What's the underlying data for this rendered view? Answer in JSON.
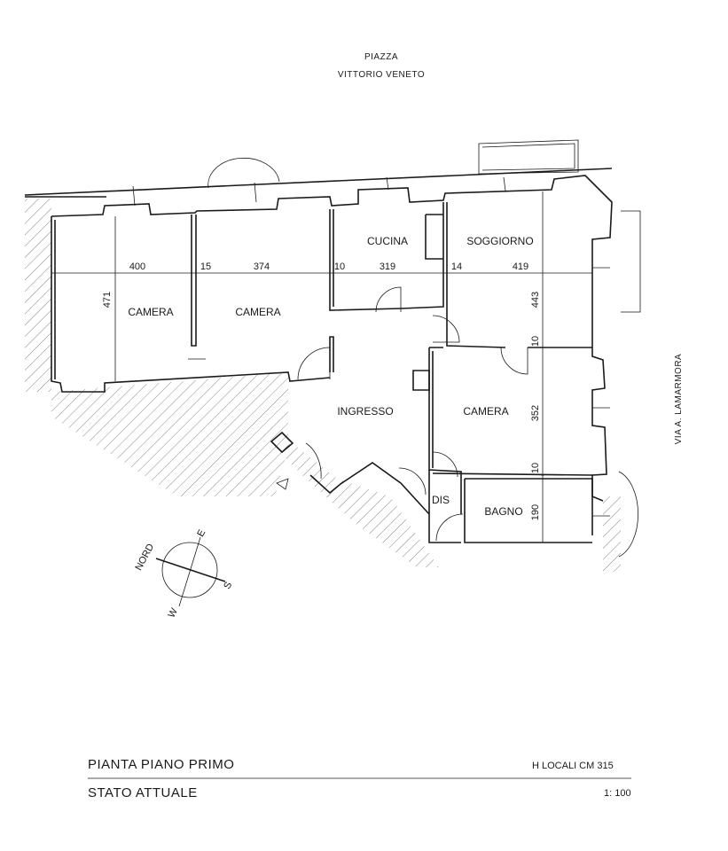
{
  "street_top": {
    "line1": "PIAZZA",
    "line2": "VITTORIO  VENETO"
  },
  "street_right": "VIA  A.  LAMARMORA",
  "rooms": {
    "camera_1": "CAMERA",
    "camera_2": "CAMERA",
    "cucina": "CUCINA",
    "soggiorno": "SOGGIORNO",
    "ingresso": "INGRESSO",
    "camera_3": "CAMERA",
    "dis": "DIS",
    "bagno": "BAGNO"
  },
  "dimensions": {
    "horizontal": [
      "400",
      "15",
      "374",
      "10",
      "319",
      "14",
      "419"
    ],
    "vertical_left": "471",
    "vertical_right": [
      "443",
      "10",
      "352",
      "10",
      "190"
    ]
  },
  "compass": {
    "nord": "NORD",
    "e": "E",
    "s": "S",
    "w": "W"
  },
  "footer": {
    "title": "PIANTA  PIANO  PRIMO",
    "subtitle": "STATO  ATTUALE",
    "height_note": "H  LOCALI  CM 315",
    "scale": "1: 100"
  }
}
